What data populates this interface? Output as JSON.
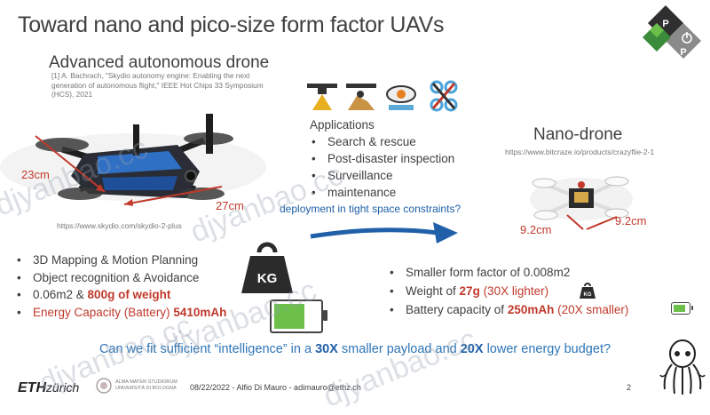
{
  "title": "Toward nano and pico-size form factor UAVs",
  "left": {
    "heading": "Advanced autonomous drone",
    "citation": "[1] A. Bachrach, \"Skydio autonomy engine: Enabling the next generation of autonomous flight,\" IEEE Hot Chips 33 Symposium (HCS), 2021",
    "dim_a": "23cm",
    "dim_b": "27cm",
    "url": "https://www.skydio.com/skydio-2-plus",
    "bullets": {
      "b1": "3D Mapping & Motion Planning",
      "b2": "Object recognition & Avoidance",
      "b3_pre": "0.06m2 & ",
      "b3_bold": "800g of weight",
      "b4_pre": "Energy Capacity (Battery) ",
      "b4_bold": "5410mAh"
    },
    "kg_label": "KG"
  },
  "middle": {
    "apps_heading": "Applications",
    "apps": [
      "Search & rescue",
      "Post-disaster inspection",
      "Surveillance",
      "maintenance"
    ],
    "deployment": "deployment in tight space constraints?"
  },
  "right": {
    "heading": "Nano-drone",
    "url": "https://www.bitcraze.io/products/crazyflie-2-1",
    "dim_a": "9.2cm",
    "dim_b": "9.2cm",
    "bullets": {
      "b1": "Smaller form factor of 0.008m2",
      "b2_pre": "Weight of ",
      "b2_bold": "27g",
      "b2_post": " (30X lighter)",
      "b3_pre": "Battery capacity of ",
      "b3_bold": "250mAh",
      "b3_post": " (20X smaller)"
    },
    "kg_label": "KG"
  },
  "question": {
    "pre": "Can we fit sufficient “intelligence” in a ",
    "em1": "30X",
    "mid": " smaller payload and ",
    "em2": "20X",
    "post": " lower energy budget?"
  },
  "footer": {
    "eth_logo": "ETH",
    "eth_logo_italic": "zürich",
    "unibo_line1": "ALMA MATER STUDIORUM",
    "unibo_line2": "UNIVERSITÀ DI BOLOGNA",
    "date_author": "08/22/2022 - Alfio Di Mauro - adimauro@ethz.ch",
    "page": "2"
  },
  "logo_letters": [
    "P",
    "P"
  ],
  "watermarks": [
    "djyanbao.cc",
    "djyanbao.cc",
    "djyanbao.cc",
    "djyanbao.cc",
    "djyanbao.cc"
  ],
  "colors": {
    "red": "#c0392b",
    "blue": "#2e75b6",
    "green": "#6cc04a",
    "text": "#404040"
  }
}
